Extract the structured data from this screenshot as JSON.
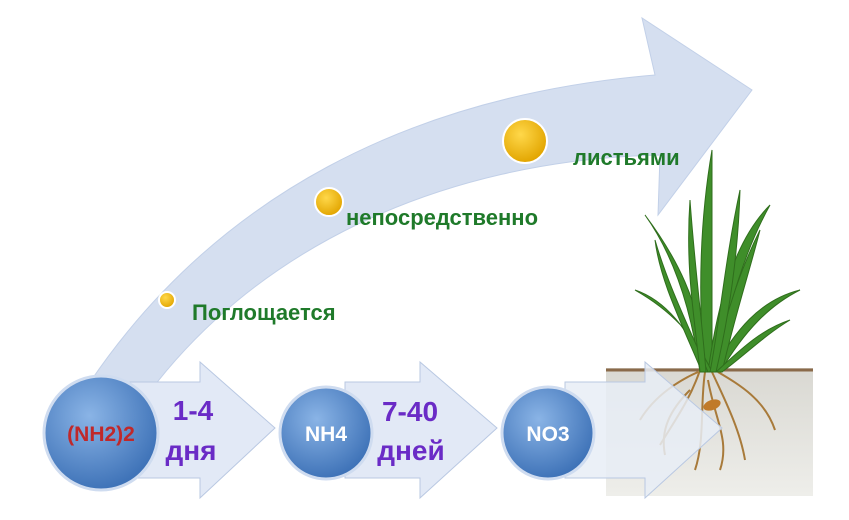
{
  "steps": [
    {
      "label": "Поглощается"
    },
    {
      "label": "непосредственно"
    },
    {
      "label": "листьями"
    }
  ],
  "stages": [
    {
      "compound": "(NH2)2",
      "duration_line1": "1-4",
      "duration_line2": "дня"
    },
    {
      "compound": "NH4",
      "duration_line1": "7-40",
      "duration_line2": "дней"
    },
    {
      "compound": "NO3"
    }
  ],
  "colors": {
    "big_arrow": "#d5dff0",
    "circle": "#5b8fd0",
    "step_text": "#1f7a2a",
    "duration_text": "#6a2bc6",
    "compound_red": "#c0282a",
    "compound_white": "#ffffff",
    "dot": "#f2b705",
    "soil": "#e3e3e0",
    "grass": "#3f8e2a"
  }
}
